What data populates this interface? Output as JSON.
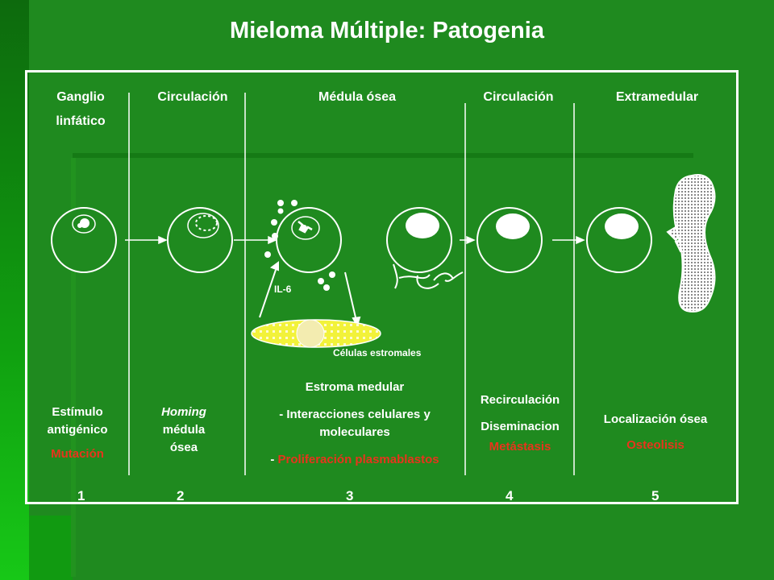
{
  "title": "Mieloma Múltiple: Patogenia",
  "headers": {
    "ganglio_line1": "Ganglio",
    "ganglio_line2": "linfático",
    "circulacion_1": "Circulación",
    "medula": "Médula ósea",
    "circulacion_2": "Circulación",
    "extramedular": "Extramedular"
  },
  "annotations": {
    "il6": "IL-6",
    "celulas_estromales": "Células estromales"
  },
  "stages": {
    "s1": {
      "line1": "Estímulo",
      "line2": "antigénico",
      "red": "Mutación",
      "number": "1"
    },
    "s2": {
      "line1": "Homing",
      "line2": "médula",
      "line3": "ósea",
      "number": "2"
    },
    "s3": {
      "line1": "Estroma medular",
      "line2": "- Interacciones celulares y",
      "line3": "moleculares",
      "line4_prefix": "- ",
      "red": "Proliferación plasmablastos",
      "number": "3"
    },
    "s4": {
      "line1": "Recirculación",
      "line2": "Diseminacion",
      "red": "Metástasis",
      "number": "4"
    },
    "s5": {
      "line1": "Localización ósea",
      "red": "Osteolisis",
      "number": "5"
    }
  },
  "colors": {
    "background": "#1f8a1f",
    "accent_red": "#e8341c",
    "stroma_yellow": "#f2f23a"
  }
}
